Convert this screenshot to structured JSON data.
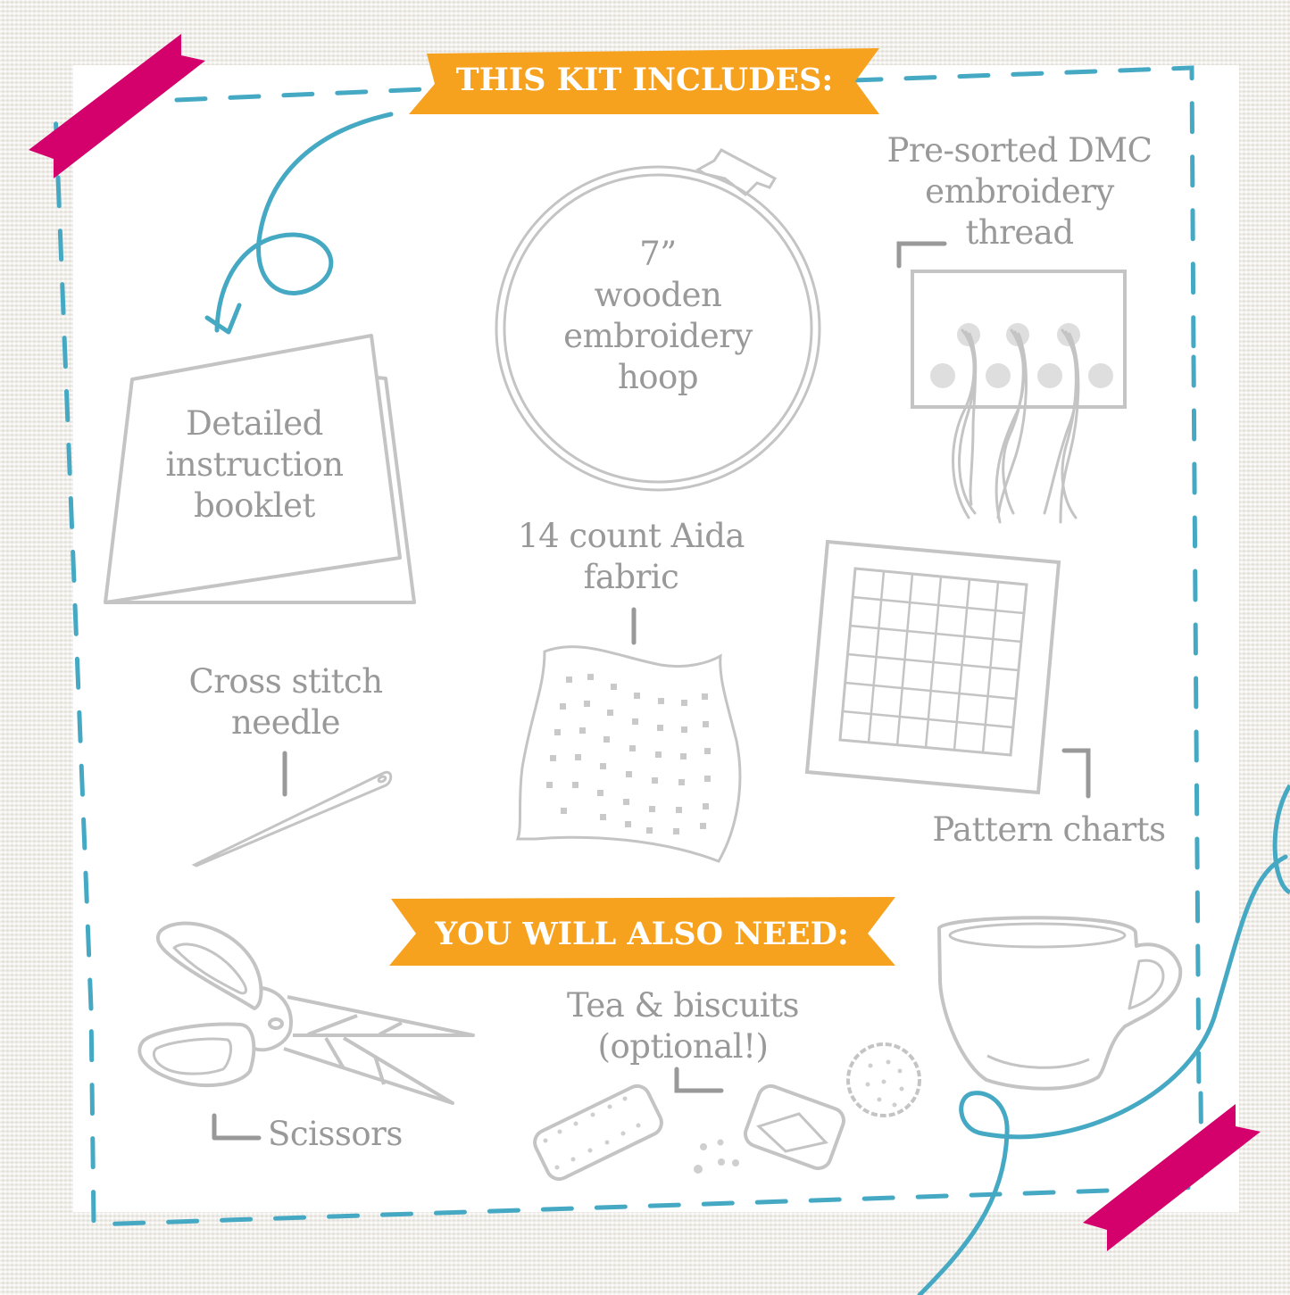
{
  "banners": {
    "kit_includes": "THIS KIT INCLUDES:",
    "also_need": "YOU WILL ALSO NEED:"
  },
  "kit_items": {
    "booklet": "Detailed\ninstruction\nbooklet",
    "hoop": "7”\nwooden\nembroidery\nhoop",
    "thread": "Pre-sorted DMC\nembroidery\nthread",
    "fabric": "14 count Aida\nfabric",
    "needle": "Cross stitch\nneedle",
    "charts": "Pattern charts"
  },
  "also_need_items": {
    "scissors": "Scissors",
    "tea": "Tea & biscuits\n(optional!)"
  },
  "colors": {
    "banner_orange": "#f7a21e",
    "tape_magenta": "#d4006b",
    "thread_blue": "#46a9c4",
    "line_gray": "#c4c4c4",
    "text_gray": "#999999",
    "card_white": "#ffffff"
  }
}
